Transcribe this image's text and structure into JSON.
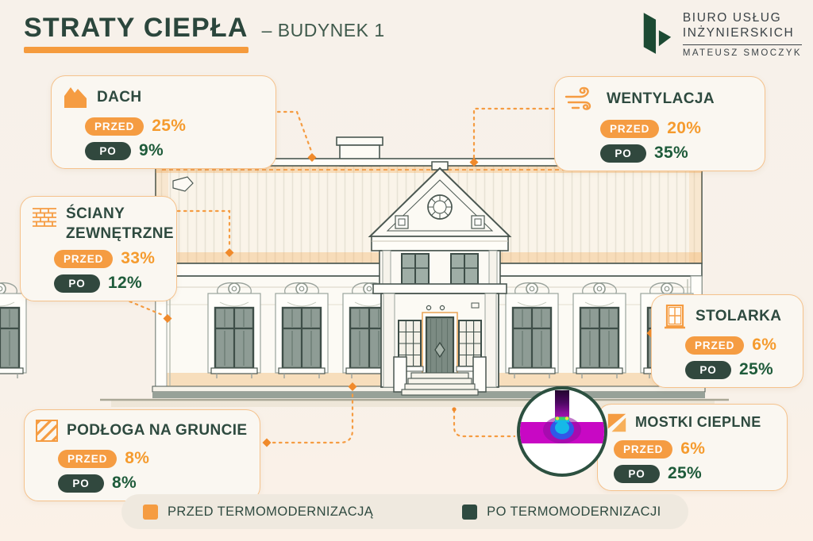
{
  "header": {
    "title": "STRATY CIEPŁA",
    "subtitle": "– BUDYNEK 1"
  },
  "logo": {
    "line1": "BIURO USŁUG",
    "line2": "INŻYNIERSKICH",
    "name": "MATEUSZ SMOCZYK"
  },
  "labels": {
    "przed": "PRZED",
    "po": "PO"
  },
  "callouts": [
    {
      "id": "dach",
      "icon": "roof-icon",
      "label": "DACH",
      "przed": "25%",
      "po": "9%"
    },
    {
      "id": "wentylacja",
      "icon": "wind-icon",
      "label": "WENTYLACJA",
      "przed": "20%",
      "po": "35%"
    },
    {
      "id": "sciany",
      "icon": "brick-wall-icon",
      "label": "ŚCIANY ZEWNĘTRZNE",
      "przed": "33%",
      "po": "12%"
    },
    {
      "id": "stolarka",
      "icon": "window-icon",
      "label": "STOLARKA",
      "przed": "6%",
      "po": "25%"
    },
    {
      "id": "podloga",
      "icon": "hatched-floor-icon",
      "label": "PODŁOGA NA GRUNCIE",
      "przed": "8%",
      "po": "8%"
    },
    {
      "id": "mostki",
      "icon": "thermal-bridge-icon",
      "label": "MOSTKI CIEPLNE",
      "przed": "6%",
      "po": "25%"
    }
  ],
  "legend": {
    "przed": "PRZED TERMOMODERNIZACJĄ",
    "po": "PO TERMOMODERNIZACJI"
  },
  "colors": {
    "orange": "#F59C42",
    "dark_green": "#2F4A40",
    "value_orange": "#F59B2E",
    "value_green": "#1E5B3A",
    "background": "#F7F1EA",
    "card_bg": "#FAF7F1",
    "card_border": "#F2A656",
    "legend_bg": "#EFE9DF"
  }
}
